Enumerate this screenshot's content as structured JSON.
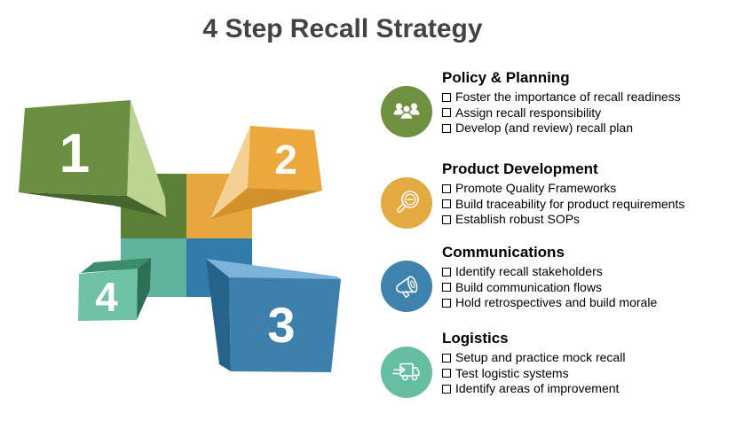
{
  "title": "4 Step Recall Strategy",
  "title_color": "#434343",
  "steps": [
    {
      "number": "1",
      "heading": "Policy & Planning",
      "icon": "people-group-icon",
      "circle_color": "#6e9040",
      "items": [
        "Foster the importance of recall readiness",
        "Assign recall responsibility",
        "Develop (and review) recall plan"
      ],
      "cube": {
        "face": "#6c8e41",
        "flap": "#bcd392",
        "shade": "#46652c",
        "grid": "#5d8038"
      }
    },
    {
      "number": "2",
      "heading": "Product Development",
      "icon": "magnifier-icon",
      "circle_color": "#e3aa41",
      "items": [
        "Promote Quality Frameworks",
        "Build traceability for product requirements",
        "Establish robust SOPs"
      ],
      "cube": {
        "face": "#eaa83d",
        "flap": "#f5d094",
        "shade": "#d3912c",
        "grid": "#e8a63e"
      }
    },
    {
      "number": "3",
      "heading": "Communications",
      "icon": "megaphone-icon",
      "circle_color": "#3e83ae",
      "items": [
        "Identify recall stakeholders",
        "Build communication flows",
        "Hold retrospectives and build morale"
      ],
      "cube": {
        "face": "#3d80ab",
        "flap": "#7cb3d9",
        "shade": "#26638b",
        "grid": "#327cab"
      }
    },
    {
      "number": "4",
      "heading": "Logistics",
      "icon": "truck-icon",
      "circle_color": "#65bea1",
      "items": [
        "Setup and practice mock recall",
        "Test logistic systems",
        "Identify areas of improvement"
      ],
      "cube": {
        "face": "#6fc2a4",
        "flap": "#3c8c6e",
        "shade": "#2d7058",
        "grid": "#5fb49b"
      }
    }
  ]
}
